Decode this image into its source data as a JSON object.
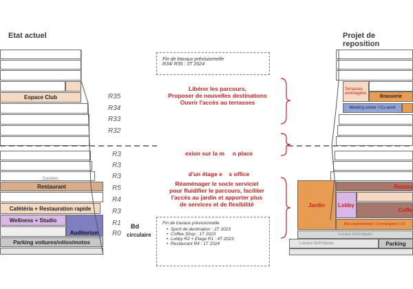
{
  "left": {
    "title": "Etat actuel",
    "floors": {
      "espace_club": "Espace Club",
      "cuisines": "Cuisines",
      "restaurant": "Restaurant",
      "cafeteria": "Cafétéria + Restauration rapide",
      "wellness": "Wellness + Studio",
      "auditorium": "Auditorium",
      "parking": "Parking voitures/vélos/motos"
    },
    "levels": [
      "R35",
      "R34",
      "R33",
      "R32",
      "R3",
      "R3",
      "R3",
      "R5",
      "R4",
      "R3",
      "R1",
      "R0"
    ],
    "bd_label": "Bd",
    "circulaire_label": "circulaire"
  },
  "right": {
    "title": "Projet de reposition",
    "terrasses": "Terrasses aménagées",
    "brasserie": "Brasserie",
    "meeting": "Meeting center / Co-work",
    "restaurant": "Restau",
    "lobby": "Lobby",
    "coffee": "Coffe",
    "jardin": "Jardin",
    "bar": "Bar expérimental / Conciergerie / Cli",
    "locaux_tech_1": "Locaux techniques",
    "locaux_tech_2": "Locaux techniques",
    "parking": "Parking"
  },
  "notes": {
    "top_line1": "Fin de travaux prévisionnelle",
    "top_line2": "R34/ R35 : 3T 2024",
    "bottom_title": "Fin de travaux prévisionnelle",
    "bottom_items": [
      "Sport de destination : 2T 2023",
      "Coffee Shop : 1T 2023",
      "Lobby R2 + Etage R1 : 4T 2023",
      "Restaurant R4 : 1T 2024"
    ]
  },
  "red_text": {
    "block1": [
      "Libérer les parcours,",
      "Proposer de nouvelles destinations",
      "Ouvrir l'accès au terrasses"
    ],
    "block2": [
      "exion sur la m     n place",
      "d'un étage e    x office"
    ],
    "block3": [
      "Réaménager le socle serviciel",
      "pour fluidifier le parcours, faciliter",
      "l'accès au jardin et apporter plus",
      "de services et de flexibilité"
    ]
  },
  "colors": {
    "club": "#f6d9c2",
    "restaurant": "#d8ad8c",
    "cafeteria": "#f6d9c2",
    "wellness": "#d9b8e6",
    "auditorium": "#7e7ec0",
    "parking": "#c8c8c8",
    "red": "#c8201e",
    "brown": "#a8776b",
    "orange": "#e89c52",
    "meeting": "#8fa3d8"
  }
}
